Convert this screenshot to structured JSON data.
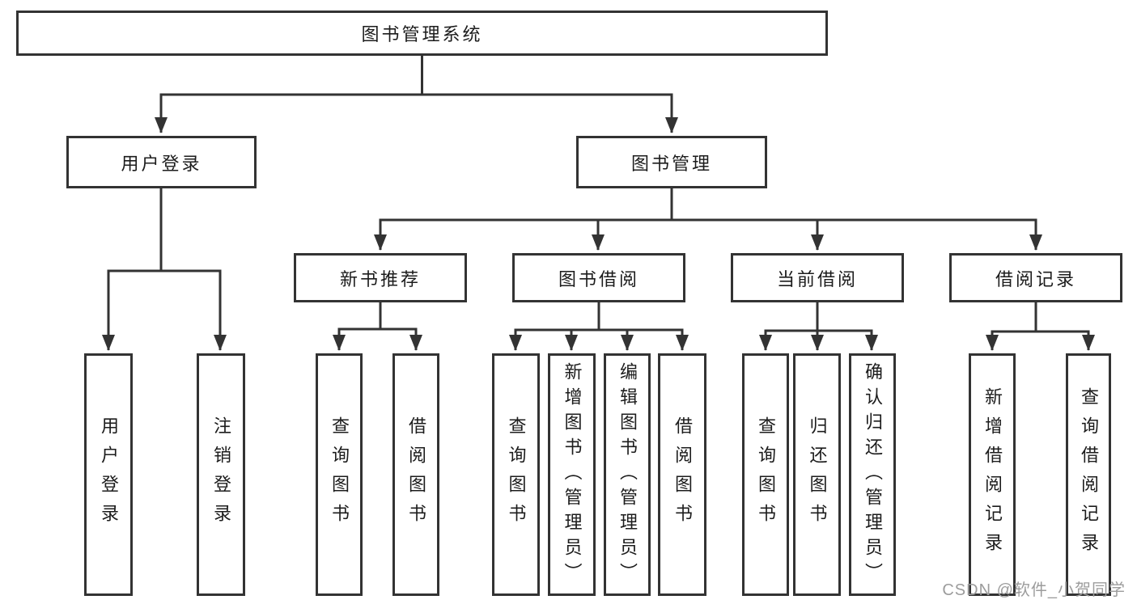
{
  "colors": {
    "background": "#ffffff",
    "line": "#333333",
    "box_border": "#333333",
    "text": "#1c1c1c",
    "watermark": "#9c9c9c"
  },
  "watermark": "CSDN @软件_小贺同学",
  "tree": {
    "root": "图书管理系统",
    "branches": [
      {
        "label": "用户登录",
        "leaves": [
          "用户登录",
          "注销登录"
        ]
      },
      {
        "label": "图书管理",
        "groups": [
          {
            "label": "新书推荐",
            "leaves": [
              "查询图书",
              "借阅图书"
            ]
          },
          {
            "label": "图书借阅",
            "leaves": [
              "查询图书",
              "新增图书（管理员）",
              "编辑图书（管理员）",
              "借阅图书"
            ]
          },
          {
            "label": "当前借阅",
            "leaves": [
              "查询图书",
              "归还图书",
              "确认归还（管理员）"
            ]
          },
          {
            "label": "借阅记录",
            "leaves": [
              "新增借阅记录",
              "查询借阅记录"
            ]
          }
        ]
      }
    ]
  }
}
